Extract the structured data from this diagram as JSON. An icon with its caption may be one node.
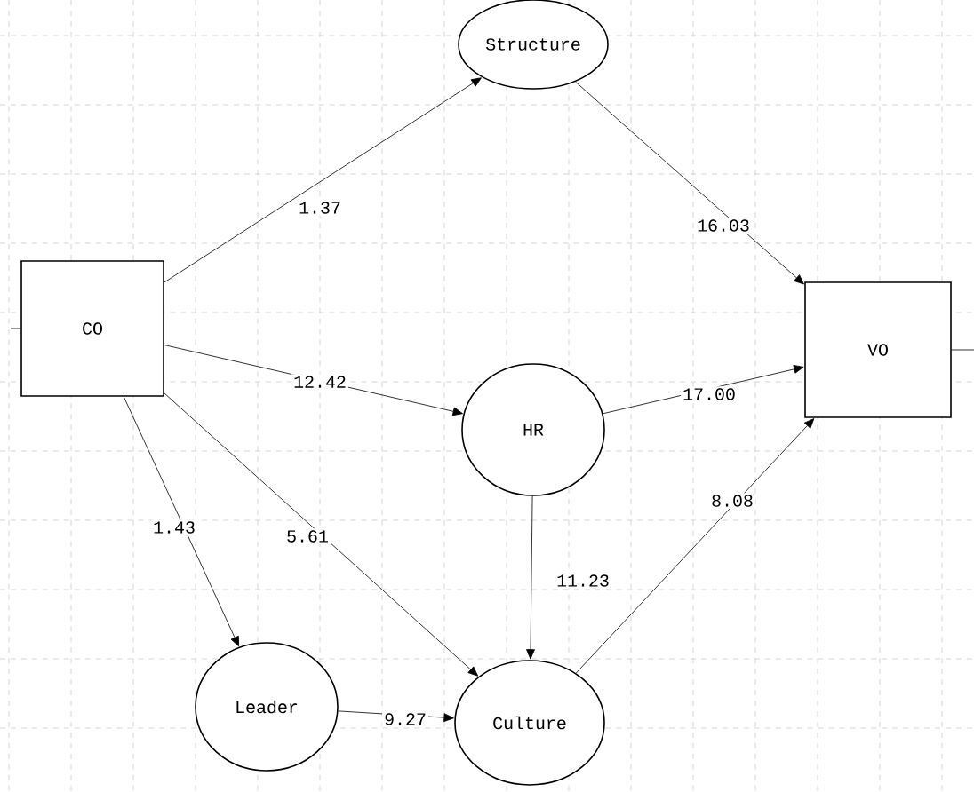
{
  "diagram": {
    "nodes": [
      {
        "text": [
          "CO"
        ]
      },
      {
        "text": [
          "Structure"
        ]
      },
      {
        "text": [
          "HR"
        ]
      },
      {
        "text": [
          "Leader"
        ]
      },
      {
        "text": [
          "Culture"
        ]
      },
      {
        "text": [
          "VO"
        ]
      }
    ],
    "edges": [
      {
        "from": 0,
        "to": 1,
        "arrow": "to",
        "label": "1.37"
      },
      {
        "from": 0,
        "to": 2,
        "arrow": "to",
        "label": "12.42"
      },
      {
        "from": 0,
        "to": 3,
        "arrow": "to",
        "label": "1.43"
      },
      {
        "from": 0,
        "to": 4,
        "arrow": "to",
        "label": "5.61"
      },
      {
        "from": 1,
        "to": 5,
        "arrow": "to",
        "label": "16.03"
      },
      {
        "from": 2,
        "to": 5,
        "arrow": "to",
        "label": "17.00"
      },
      {
        "from": 2,
        "to": 4,
        "arrow": "to",
        "label": "11.23"
      },
      {
        "from": 3,
        "to": 4,
        "arrow": "to",
        "label": "9.27"
      },
      {
        "from": 4,
        "to": 5,
        "arrow": "to",
        "label": "8.08"
      },
      {
        "from": null,
        "to": 0,
        "arrow": "none"
      },
      {
        "from": 5,
        "to": null,
        "arrow": "none"
      }
    ]
  }
}
